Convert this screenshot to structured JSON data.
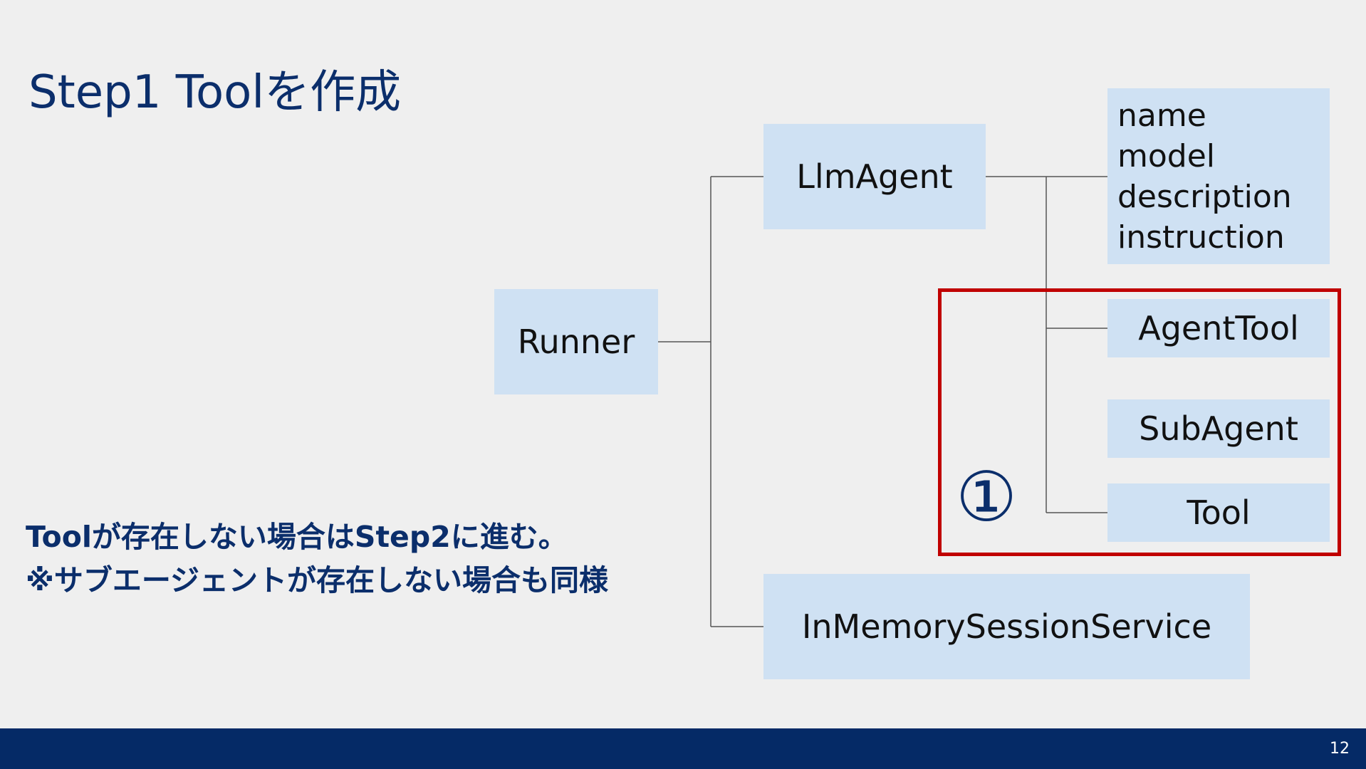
{
  "slide": {
    "title": "Step1 Toolを作成",
    "note": {
      "line1": "Toolが存在しない場合はStep2に進む。",
      "line2": "※サブエージェントが存在しない場合も同様"
    },
    "page_number": "12",
    "accent_color": "#c00000",
    "brand_color": "#052a66"
  },
  "diagram": {
    "runner": "Runner",
    "llm_agent": "LlmAgent",
    "session_service": "InMemorySessionService",
    "properties": [
      "name",
      "model",
      "description",
      "instruction"
    ],
    "agent_tool": "AgentTool",
    "sub_agent": "SubAgent",
    "tool": "Tool",
    "step_marker": "①"
  }
}
